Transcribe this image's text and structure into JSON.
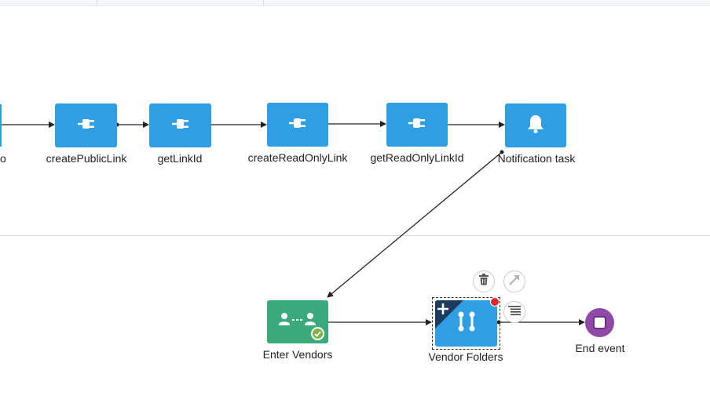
{
  "canvas": {
    "partial_label": "o",
    "nodes": {
      "create_public_link": {
        "label": "createPublicLink",
        "type": "service",
        "icon": "plug-icon"
      },
      "get_link_id": {
        "label": "getLinkId",
        "type": "service",
        "icon": "plug-icon"
      },
      "create_read_only_link": {
        "label": "createReadOnlyLink",
        "type": "service",
        "icon": "plug-icon"
      },
      "get_read_only_link_id": {
        "label": "getReadOnlyLinkId",
        "type": "service",
        "icon": "plug-icon"
      },
      "notification_task": {
        "label": "Notification task",
        "type": "notification",
        "icon": "bell-icon"
      },
      "enter_vendors": {
        "label": "Enter Vendors",
        "type": "user-task",
        "icon": "users-connect-icon"
      },
      "vendor_folders": {
        "label": "Vendor Folders",
        "type": "subprocess",
        "icon": "subprocess-icon"
      },
      "end_event": {
        "label": "End event",
        "type": "end",
        "icon": "stop-icon"
      }
    },
    "context_menu": {
      "delete": {
        "icon": "trash-icon"
      },
      "connect": {
        "icon": "arrow-icon"
      },
      "properties": {
        "icon": "list-icon"
      }
    }
  },
  "colors": {
    "service_blue": "#2f9ee3",
    "task_green": "#3aaa7a",
    "end_purple": "#8e4aa6",
    "error_red": "#e0262f",
    "check_green": "#7fb344",
    "connector": "#222222"
  }
}
